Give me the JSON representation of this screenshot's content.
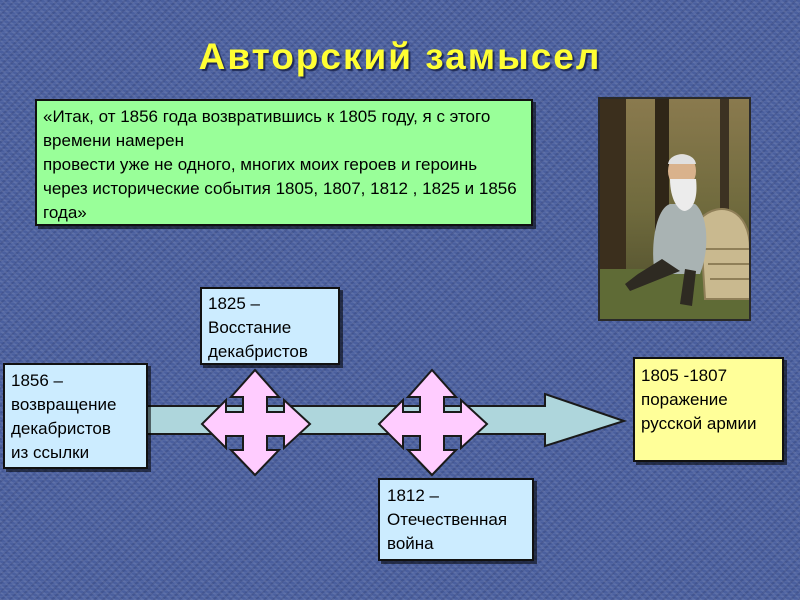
{
  "title": "Авторский замысел",
  "quote": "«Итак, от 1856 года возвратившись к 1805 году, я с этого времени намерен\nпровести уже не одного, многих моих героев и героинь через исторические события 1805, 1807, 1812 , 1825 и 1856 года»",
  "events": {
    "e1856": "1856 –\nвозвращение\nдекабристов\nиз ссылки",
    "e1825": "1825 –\nВосстание\n декабристов",
    "e1812": "1812 –\nОтечественная\n война",
    "e1805": "1805 -1807\nпоражение\nрусской армии"
  },
  "colors": {
    "background": "#4a5f9e",
    "title": "#ffff33",
    "quote_box": "#99ff99",
    "event_box": "#ccecff",
    "final_box": "#ffff99",
    "arrow": "#aed6dc",
    "cross_arrow": "#ffccff"
  },
  "icons": {
    "timeline": "right-arrow-icon",
    "cross": "four-way-arrow-icon"
  }
}
